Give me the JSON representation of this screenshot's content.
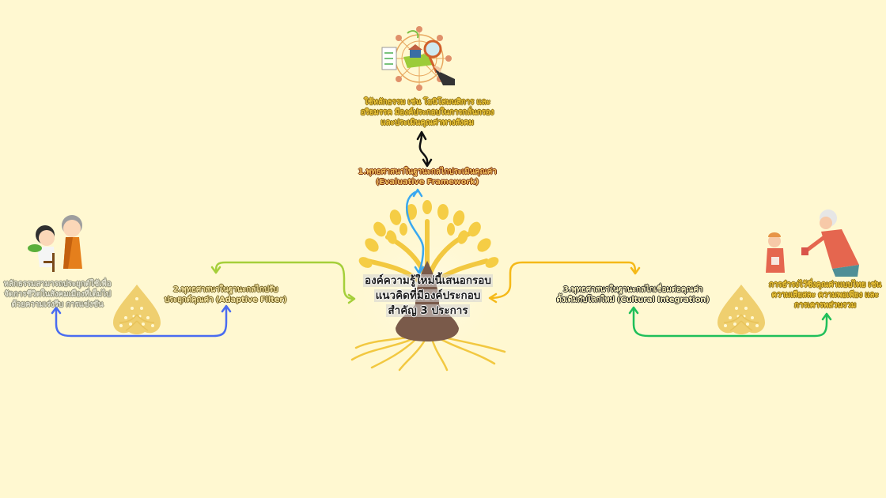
{
  "center": {
    "title_lines": [
      "องค์ความรู้ใหม่นี้เสนอกรอบ",
      "แนวคิดที่มีองค์ประกอบ",
      "สำคัญ 3 ประการ"
    ]
  },
  "node1": {
    "title_lines": [
      "1.พุทธศาสนาในฐานะกลไกประเมินคุณค่า",
      "(Evaluative Framework)"
    ],
    "description_lines": [
      "ใช้หลักธรรม เช่น โยนิโสมนสิการ และ",
      "อริยมรรค มีองค์ประกอบในการกลั่นกรอง",
      "และประเมินคุณค่าทางสังคม"
    ],
    "image": "evaluation-dharma-wheel-illustration"
  },
  "node2": {
    "title_lines": [
      "2.พุทธศาสนาในฐานะกลไกปรับ",
      "ประยุกต์คุณค่า (Adaptive Filter)"
    ],
    "description_lines": [
      "หลักธรรมสามารถประยุกต์ใช้เพื่อ",
      "จัดการชีวิตในสังคมเมืองที่เต็มไป",
      "ด้วยความเร่งรีบ การแข่งขัน"
    ],
    "image": "monk-and-child-illustration"
  },
  "node3": {
    "title_lines": [
      "3.พุทธศาสนาในฐานะกลไกเชื่อมต่อคุณค่า",
      "ดั้งเดิมกับโลกใหม่ (Cultural Integration)"
    ],
    "description_lines": [
      "การธำรงไว้ซึ่งคุณค่าแบบไทย เช่น",
      "ความเสียสละ ความพอเพียง และ",
      "การเคารพส่วนรวม"
    ],
    "image": "elder-and-child-puzzle-illustration"
  },
  "colors": {
    "background": "#fff8d1",
    "connector_top": "#111111",
    "connector_center_top": "#3aa8f0",
    "connector_left": "#a5cf3a",
    "connector_right": "#f5b918",
    "connector_left_bottom": "#4a6cf0",
    "connector_right_bottom": "#1fbf5a",
    "tree_gold": "#e8c35a"
  }
}
